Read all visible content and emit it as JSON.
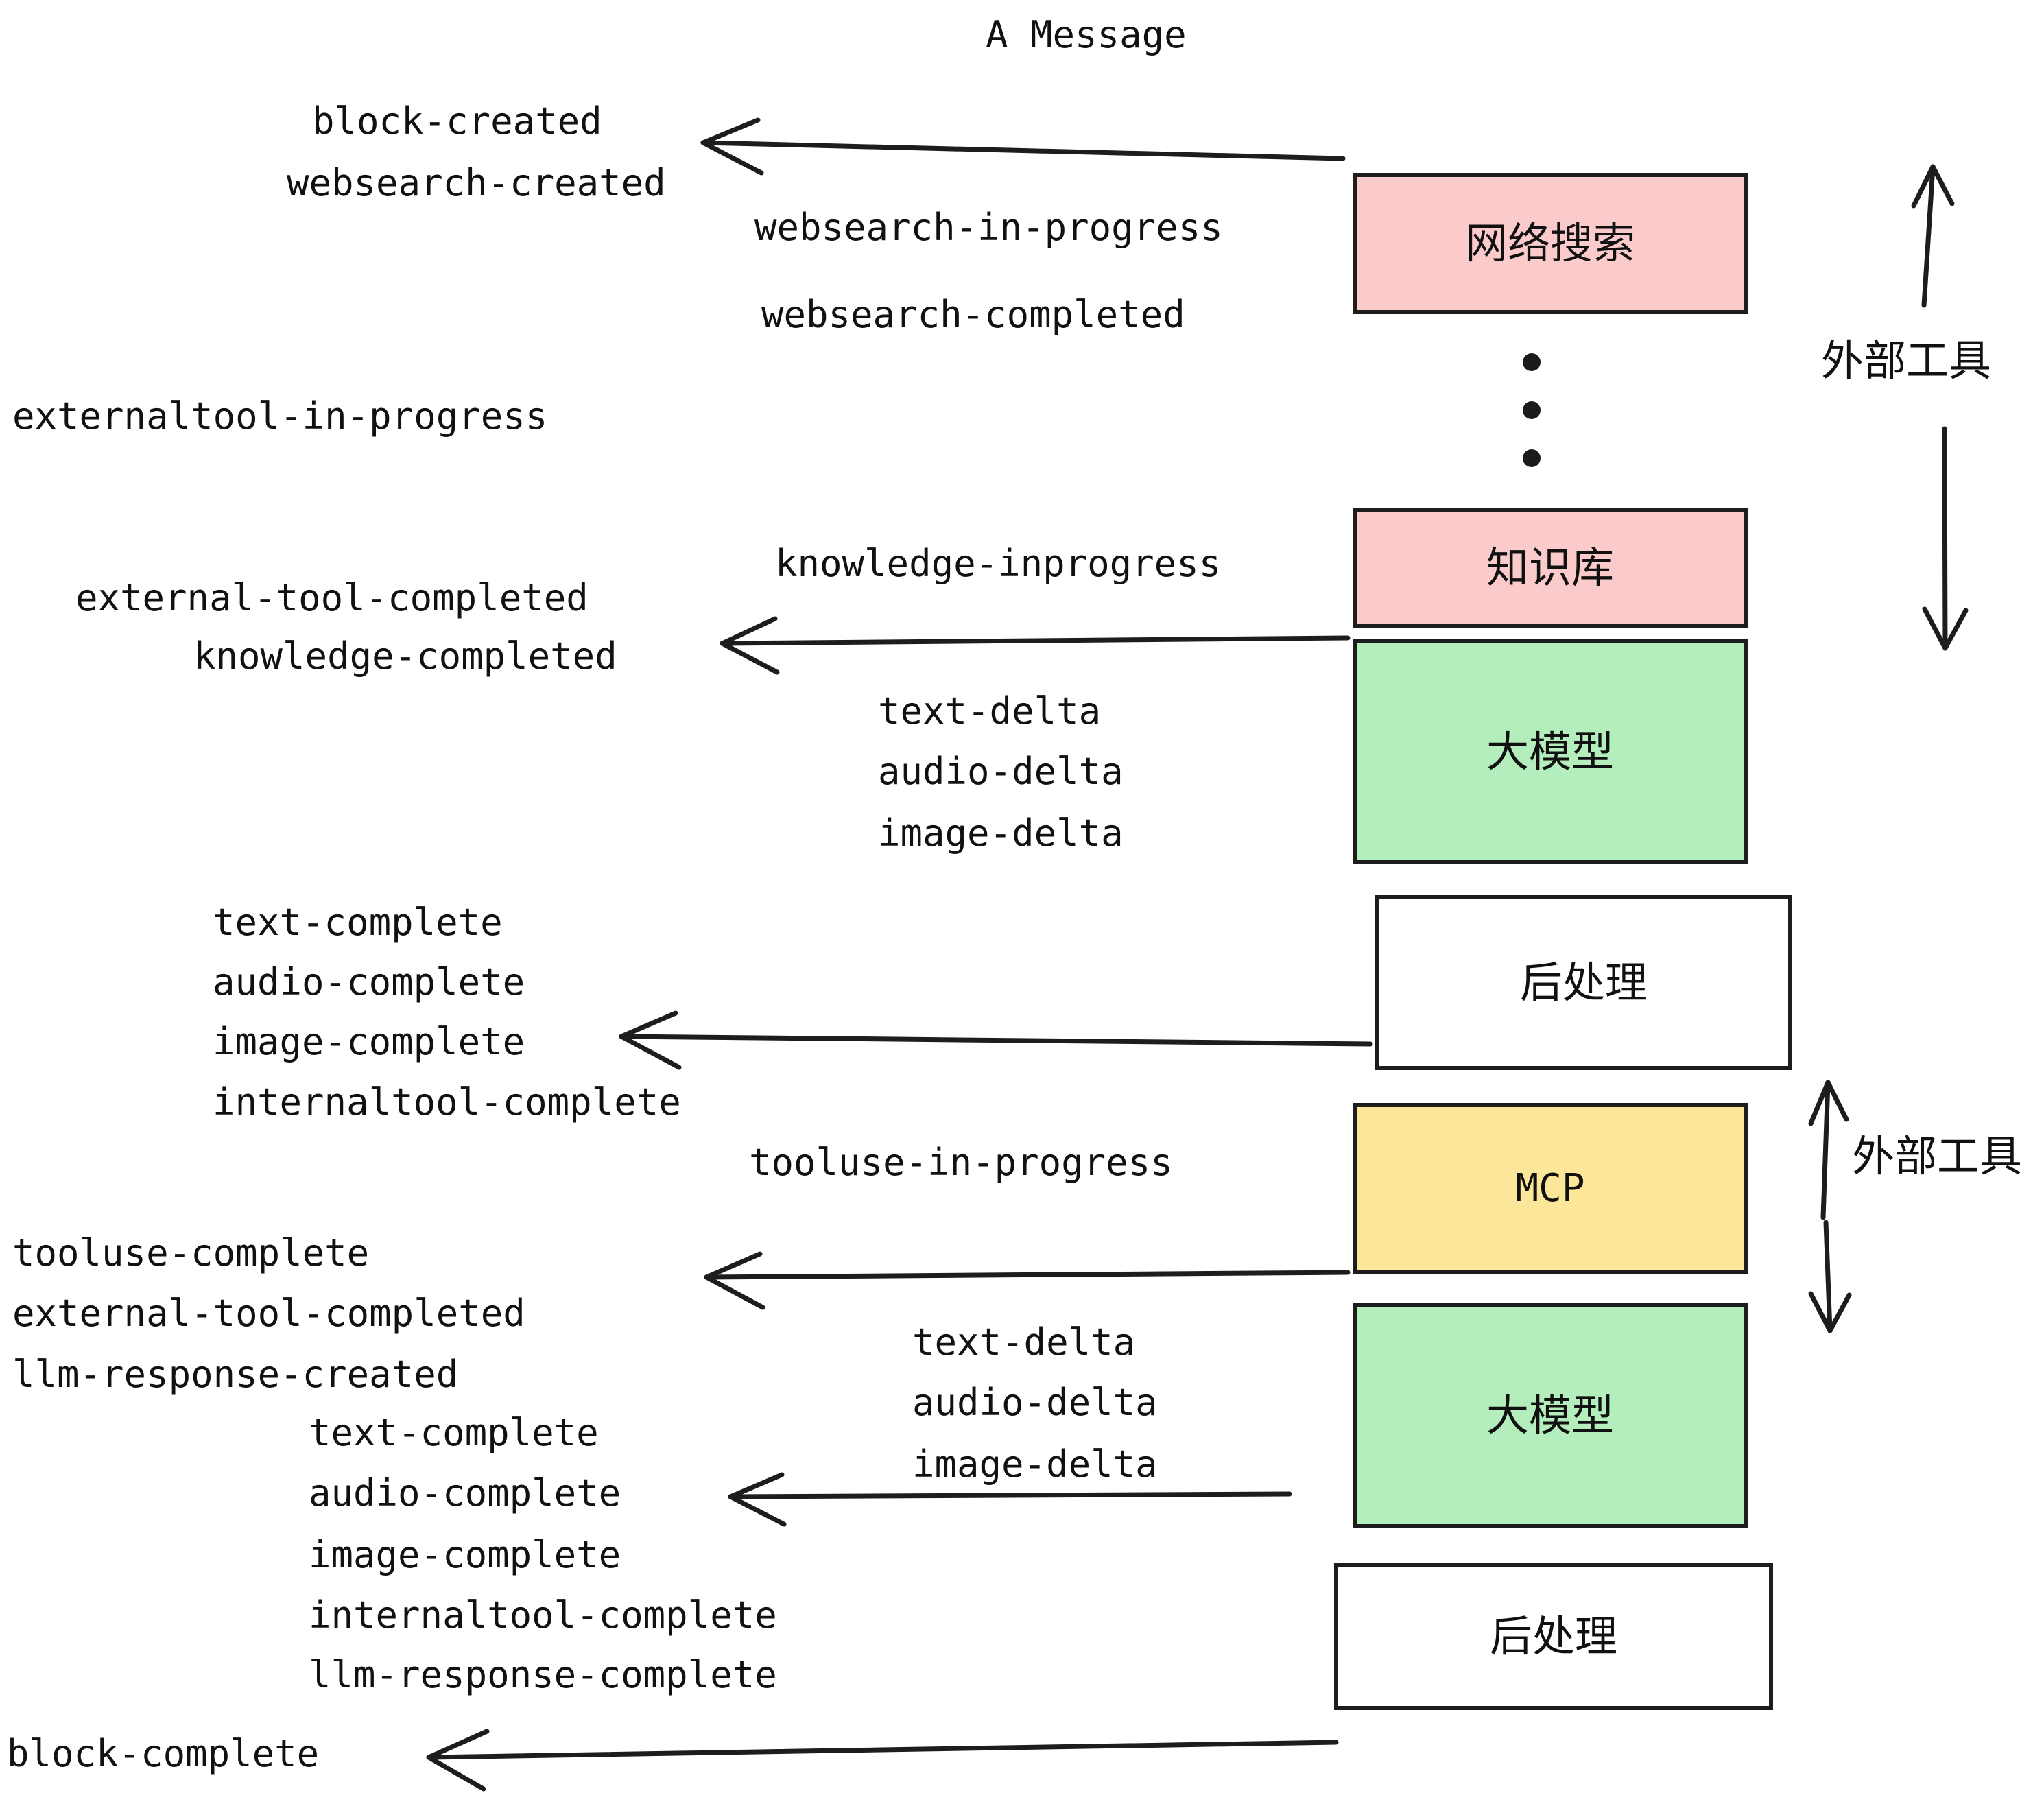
{
  "title": "A Message",
  "boxes": [
    {
      "id": "web-search",
      "label": "网络搜索",
      "color": "#fbcbcb",
      "kind": "cjk"
    },
    {
      "id": "knowledge-base",
      "label": "知识库",
      "color": "#fbcbcb",
      "kind": "cjk"
    },
    {
      "id": "llm-1",
      "label": "大模型",
      "color": "#b4eebc",
      "kind": "cjk"
    },
    {
      "id": "postprocess-1",
      "label": "后处理",
      "color": "#ffffff",
      "kind": "cjk"
    },
    {
      "id": "mcp",
      "label": "MCP",
      "color": "#fbe69a",
      "kind": "latin"
    },
    {
      "id": "llm-2",
      "label": "大模型",
      "color": "#b4eebc",
      "kind": "cjk"
    },
    {
      "id": "postprocess-2",
      "label": "后处理",
      "color": "#ffffff",
      "kind": "cjk"
    }
  ],
  "side_labels": [
    {
      "id": "external-tools-top",
      "text": "外部工具"
    },
    {
      "id": "external-tools-bottom",
      "text": "外部工具"
    }
  ],
  "events": {
    "block_created": "block-created",
    "websearch_created": "websearch-created",
    "websearch_in_progress": "websearch-in-progress",
    "websearch_completed": "websearch-completed",
    "externaltool_in_progress": "externaltool-in-progress",
    "knowledge_inprogress": "knowledge-inprogress",
    "external_tool_completed_1": "external-tool-completed",
    "knowledge_completed": "knowledge-completed",
    "text_delta_1": "text-delta",
    "audio_delta_1": "audio-delta",
    "image_delta_1": "image-delta",
    "text_complete_1": "text-complete",
    "audio_complete_1": "audio-complete",
    "image_complete_1": "image-complete",
    "internaltool_complete_1": "internaltool-complete",
    "tooluse_in_progress": "tooluse-in-progress",
    "tooluse_complete": "tooluse-complete",
    "external_tool_completed_2": "external-tool-completed",
    "llm_response_created": "llm-response-created",
    "text_delta_2": "text-delta",
    "audio_delta_2": "audio-delta",
    "image_delta_2": "image-delta",
    "text_complete_2": "text-complete",
    "audio_complete_2": "audio-complete",
    "image_complete_2": "image-complete",
    "internaltool_complete_2": "internaltool-complete",
    "llm_response_complete": "llm-response-complete",
    "block_complete": "block-complete"
  },
  "ellipsis": {
    "dots": 3
  },
  "colors": {
    "ink": "#1d1d1d",
    "pink": "#fbcbcb",
    "green": "#b4eebc",
    "yellow": "#fbe69a",
    "white": "#ffffff"
  }
}
